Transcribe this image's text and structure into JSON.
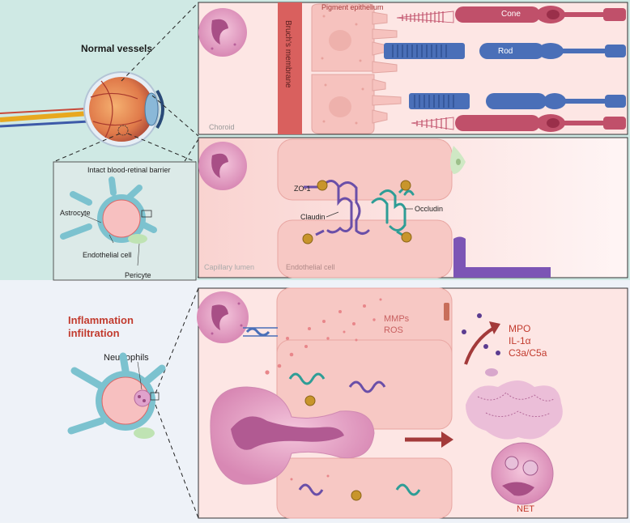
{
  "top_section": {
    "heading": "Normal vessels",
    "inset_title": "Intact blood-retinal barrier",
    "inset_labels": {
      "astrocyte": "Astrocyte",
      "endothelial": "Endothelial cell",
      "pericyte": "Pericyte"
    }
  },
  "retina_panel": {
    "pigment": "Pigment epithelium",
    "bruchs": "Bruch's membrane",
    "choroid": "Choroid",
    "cone": "Cone",
    "rod": "Rod"
  },
  "junction_panel": {
    "zo1": "ZO-1",
    "claudin": "Claudin",
    "occludin": "Occludin",
    "lumen": "Capillary lumen",
    "endothelial": "Endothelial cell"
  },
  "bottom_section": {
    "heading_line1": "Inflammation",
    "heading_line2": "infiltration",
    "neutrophils": "Neutrophils"
  },
  "inflammation_panel": {
    "mmps": "MMPs",
    "ros": "ROS",
    "mpo": "MPO",
    "il1": "IL-1α",
    "c3a": "C3a/C5a",
    "net": "NET"
  },
  "colors": {
    "top_bg": "#cfe9e4",
    "bottom_bg": "#eef2f8",
    "cell_pink": "#f6c9c6",
    "membrane_red": "#d9605e",
    "cone_red": "#c0506a",
    "rod_blue": "#4a6fb8",
    "claudin_purple": "#6a4fa8",
    "occludin_teal": "#2e9d96",
    "zo1_gold": "#c8952c",
    "heading_red": "#c23b2e"
  }
}
